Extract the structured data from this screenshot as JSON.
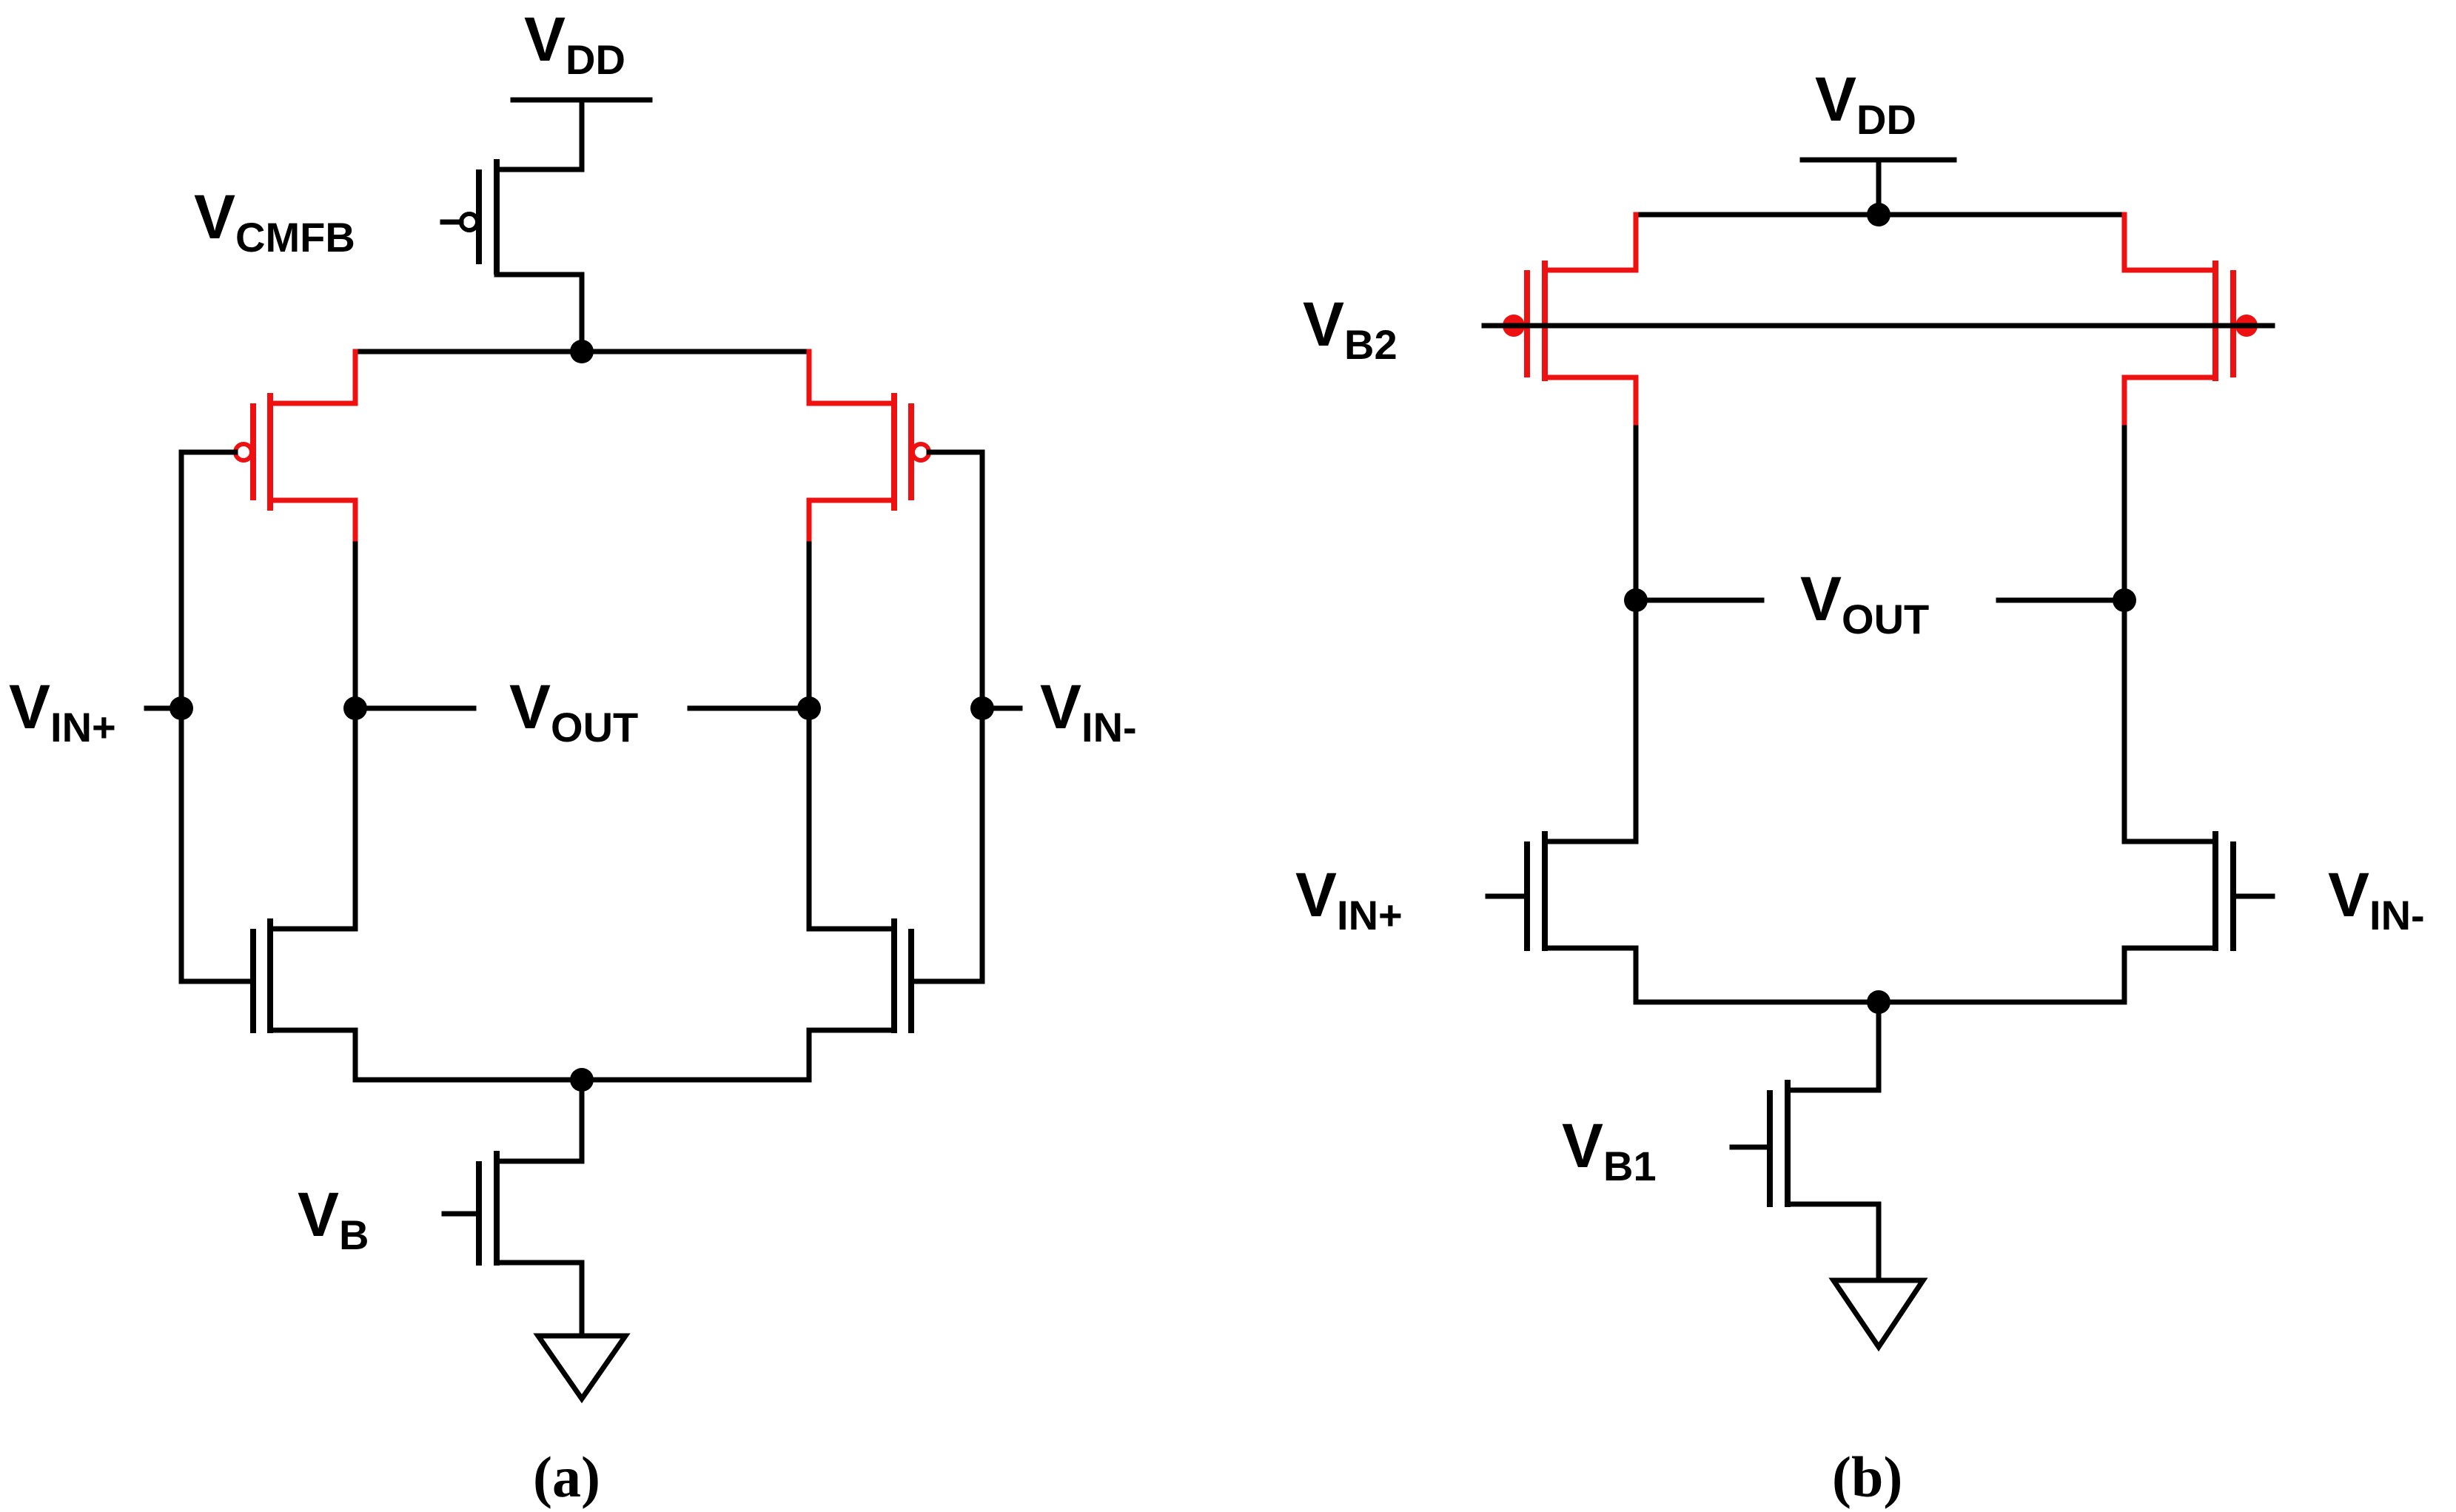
{
  "colors": {
    "wire": "#000000",
    "pmos_load": "#ee1111",
    "background": "#ffffff"
  },
  "circuit_a": {
    "vdd": {
      "main": "V",
      "sub": "DD"
    },
    "vcmfb": {
      "main": "V",
      "sub": "CMFB"
    },
    "vin_plus": {
      "main": "V",
      "sub": "IN+"
    },
    "vin_minus": {
      "main": "V",
      "sub": "IN-"
    },
    "vout": {
      "main": "V",
      "sub": "OUT"
    },
    "vb": {
      "main": "V",
      "sub": "B"
    },
    "caption": {
      "open": "(",
      "letter": "a",
      "close": ")"
    }
  },
  "circuit_b": {
    "vdd": {
      "main": "V",
      "sub": "DD"
    },
    "vb2": {
      "main": "V",
      "sub": "B2"
    },
    "vout": {
      "main": "V",
      "sub": "OUT"
    },
    "vin_plus": {
      "main": "V",
      "sub": "IN+"
    },
    "vin_minus": {
      "main": "V",
      "sub": "IN-"
    },
    "vb1": {
      "main": "V",
      "sub": "B1"
    },
    "caption": {
      "open": "(",
      "letter": "b",
      "close": ")"
    }
  }
}
